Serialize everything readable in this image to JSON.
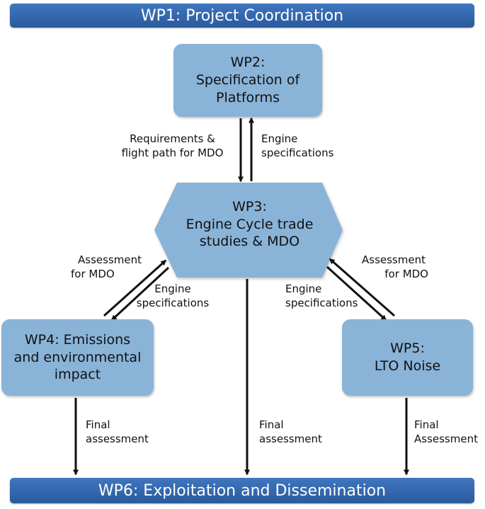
{
  "wp1": {
    "label": "WP1: Project Coordination"
  },
  "wp2": {
    "line1": "WP2:",
    "line2": "Specification of",
    "line3": "Platforms"
  },
  "wp3": {
    "line1": "WP3:",
    "line2": "Engine Cycle trade",
    "line3": "studies & MDO"
  },
  "wp4": {
    "line1": "WP4: Emissions",
    "line2": "and environmental",
    "line3": "impact"
  },
  "wp5": {
    "line1": "WP5:",
    "line2": "LTO Noise"
  },
  "wp6": {
    "label": "WP6: Exploitation and Dissemination"
  },
  "labels": {
    "req": {
      "line1": "Requirements &",
      "line2": "flight path for MDO"
    },
    "eng_spec_top": {
      "line1": "Engine",
      "line2": "specifications"
    },
    "assess_left": {
      "line1": "Assessment",
      "line2": "for MDO"
    },
    "eng_spec_left": {
      "line1": "Engine",
      "line2": "specifications"
    },
    "eng_spec_right": {
      "line1": "Engine",
      "line2": "specifications"
    },
    "assess_right": {
      "line1": "Assessment",
      "line2": "for MDO"
    },
    "final_left": {
      "line1": "Final",
      "line2": "assessment"
    },
    "final_center": {
      "line1": "Final",
      "line2": "assessment"
    },
    "final_right": {
      "line1": "Final",
      "line2": "Assessment"
    }
  },
  "colors": {
    "bar": "#2f62a8",
    "box": "#8ab3d8",
    "arrow": "#111111"
  }
}
